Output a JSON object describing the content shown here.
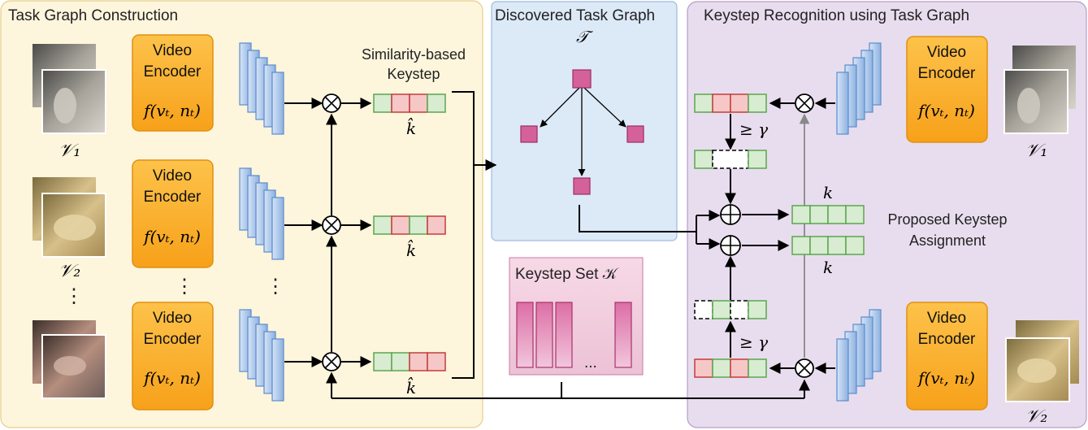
{
  "panels": {
    "left_title": "Task Graph Construction",
    "middle_title": "Discovered Task Graph",
    "middle_symbol": "𝒯",
    "right_title": "Keystep Recognition using Task Graph"
  },
  "encoder": {
    "line1": "Video",
    "line2": "Encoder",
    "formula": "f(vₜ, nₜ)"
  },
  "video_labels": {
    "v1": "𝒱₁",
    "v2": "𝒱₂"
  },
  "similarity_label": {
    "line1": "Similarity-based",
    "line2": "Keystep"
  },
  "k_hat": "k̂",
  "k": "k",
  "threshold": "≥ γ",
  "keystep_set": {
    "title": "Keystep Set 𝒦",
    "ellipsis": "..."
  },
  "assignment": {
    "line1": "Proposed Keystep",
    "line2": "Assignment"
  },
  "ellipsis_vertical": "⋮",
  "colors": {
    "left_panel": "#fdf5dc",
    "middle_panel": "#dce9f7",
    "right_panel": "#e8ddee",
    "encoder_orange": "#fbb12a",
    "green_cell": "#d7ecd0",
    "red_cell": "#f6c7c7",
    "node_pink": "#d4619a"
  }
}
